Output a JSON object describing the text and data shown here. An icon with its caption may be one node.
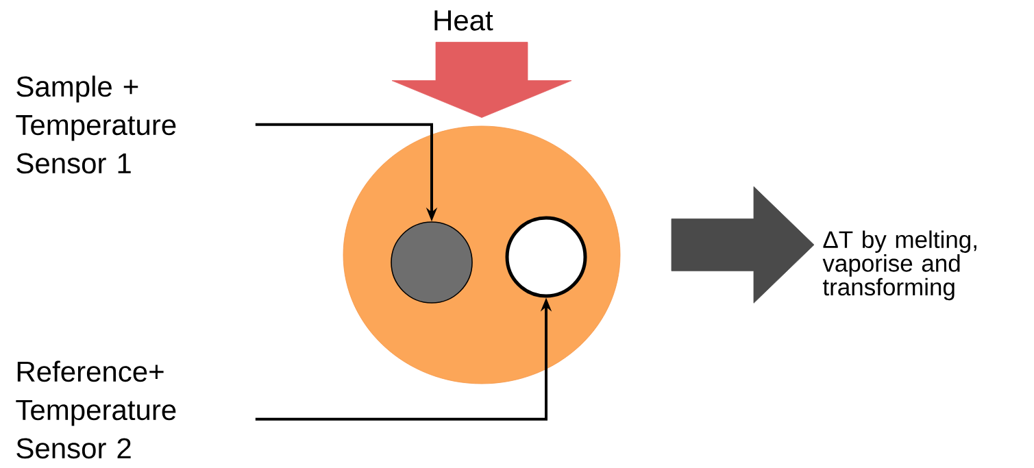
{
  "diagram": {
    "nodes": [
      {
        "text": [
          "Sample + Temperature Sensor 1"
        ]
      },
      {
        "text": [
          "Heat"
        ]
      },
      {
        "text": [],
        "shape": "circle"
      },
      {
        "text": [],
        "shape": "circle",
        "in": 2
      },
      {
        "text": [],
        "shape": "circle",
        "in": 2
      },
      {
        "text": [
          "Reference+ Temperature Sensor 2"
        ]
      },
      {
        "text": [
          "ΔT by melting, vaporise and transforming"
        ]
      }
    ],
    "edges": [
      {
        "from": 1,
        "to": 2,
        "arrow": "to",
        "style": "thick",
        "color": "#e35d5f"
      },
      {
        "from": 0,
        "to": 3,
        "arrow": "to"
      },
      {
        "from": 5,
        "to": 4,
        "arrow": "to"
      },
      {
        "from": 2,
        "to": 6,
        "arrow": "to",
        "style": "thick",
        "color": "#4a4a4a"
      }
    ]
  }
}
